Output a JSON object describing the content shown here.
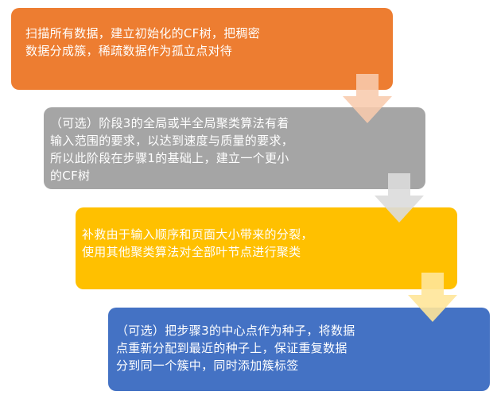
{
  "colors": {
    "step1": "#ed7d31",
    "step2": "#a5a5a5",
    "step3": "#ffc000",
    "step4": "#4472c4",
    "arrow_step1": "#f8cbad",
    "arrow_step2": "#dbdbdb",
    "arrow_step3": "#ffe699"
  },
  "steps": [
    {
      "text": "扫描所有数据，建立初始化的CF树，把稠密\n数据分成簇，稀疏数据作为孤立点对待"
    },
    {
      "text": "（可选）阶段3的全局或半全局聚类算法有着\n输入范围的要求，以达到速度与质量的要求，\n所以此阶段在步骤1的基础上，建立一个更小\n的CF树"
    },
    {
      "text": "补救由于输入顺序和页面大小带来的分裂，\n使用其他聚类算法对全部叶节点进行聚类"
    },
    {
      "text": "（可选）把步骤3的中心点作为种子，将数据\n点重新分配到最近的种子上，保证重复数据\n分到同一个簇中，同时添加簇标签"
    }
  ],
  "arrows": [
    {
      "icon": "down-arrow-icon"
    },
    {
      "icon": "down-arrow-icon"
    },
    {
      "icon": "down-arrow-icon"
    }
  ]
}
